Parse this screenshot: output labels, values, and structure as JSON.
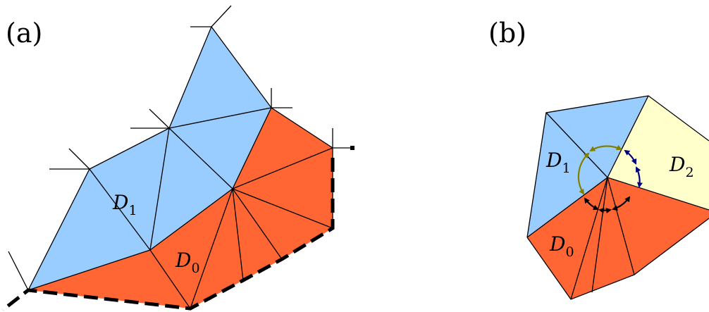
{
  "panels": [
    {
      "label": "(a)",
      "regions": [
        {
          "name": "D",
          "sub": "1"
        },
        {
          "name": "D",
          "sub": "0"
        }
      ]
    },
    {
      "label": "(b)",
      "regions": [
        {
          "name": "D",
          "sub": "1"
        },
        {
          "name": "D",
          "sub": "2"
        },
        {
          "name": "D",
          "sub": "0"
        }
      ]
    }
  ],
  "colors": {
    "blue_region": "#99ccff",
    "orange_region": "#ff6633",
    "yellow_region": "#ffffcc",
    "olive_arrow": "#808000",
    "navy_arrow": "#000080",
    "black_arrow": "#000000"
  }
}
